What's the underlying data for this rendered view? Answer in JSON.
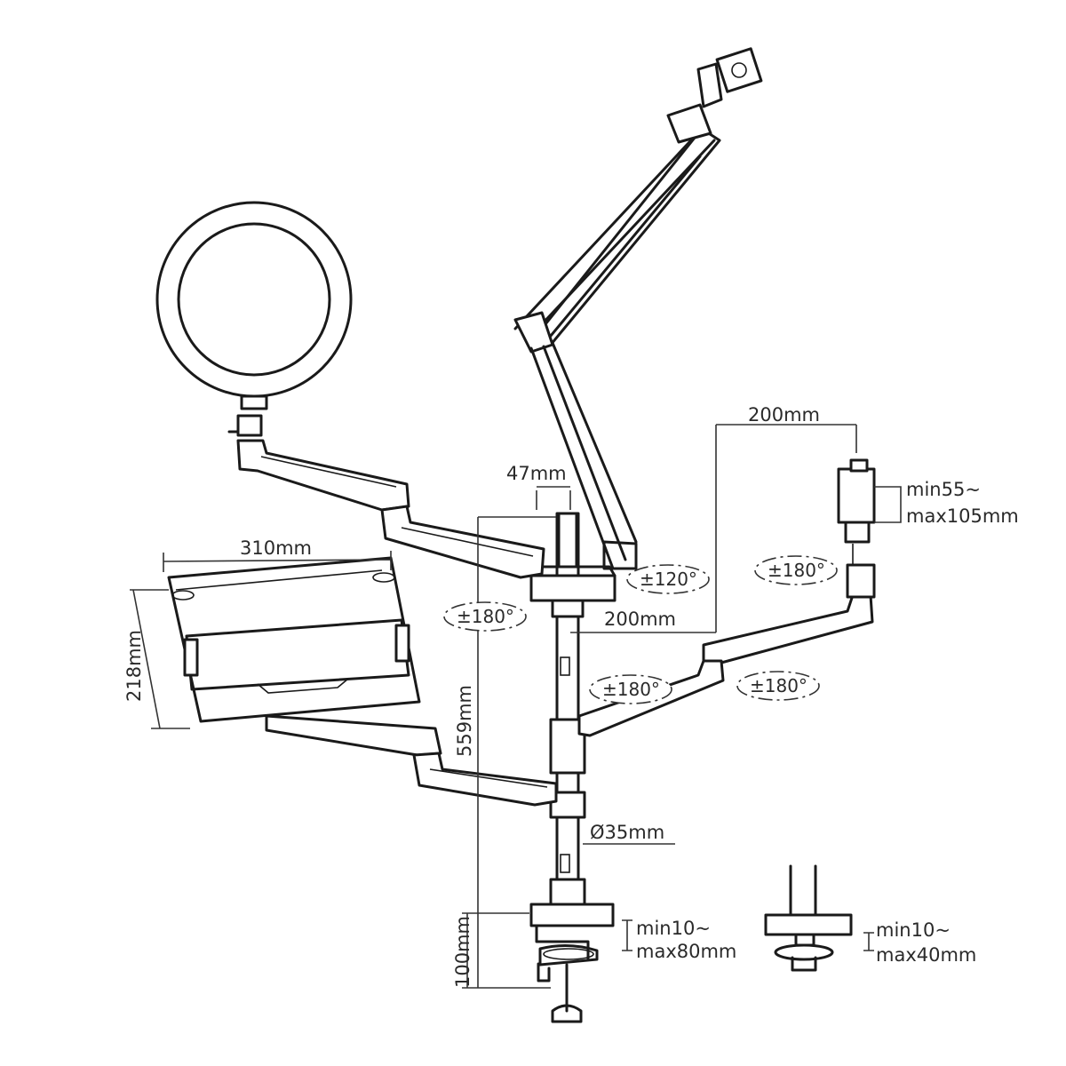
{
  "dimensions": {
    "ring_light_arm_depth": "47mm",
    "camera_arm_reach": "200mm",
    "phone_arm_reach": "200mm",
    "phone_clamp_min": "min55~",
    "phone_clamp_max": "max105mm",
    "laptop_tray_width": "310mm",
    "laptop_tray_depth": "218mm",
    "pole_height": "559mm",
    "pole_diameter": "Ø35mm",
    "base_height": "100mm",
    "clamp_min": "min10~",
    "clamp_max": "max80mm",
    "grommet_min": "min10~",
    "grommet_max": "max40mm"
  },
  "rotations": {
    "boom_arm": "±120°",
    "phone_holder": "±180°",
    "ring_arm_base": "±180°",
    "laptop_arm_base": "±180°",
    "phone_arm_joint": "±180°"
  }
}
